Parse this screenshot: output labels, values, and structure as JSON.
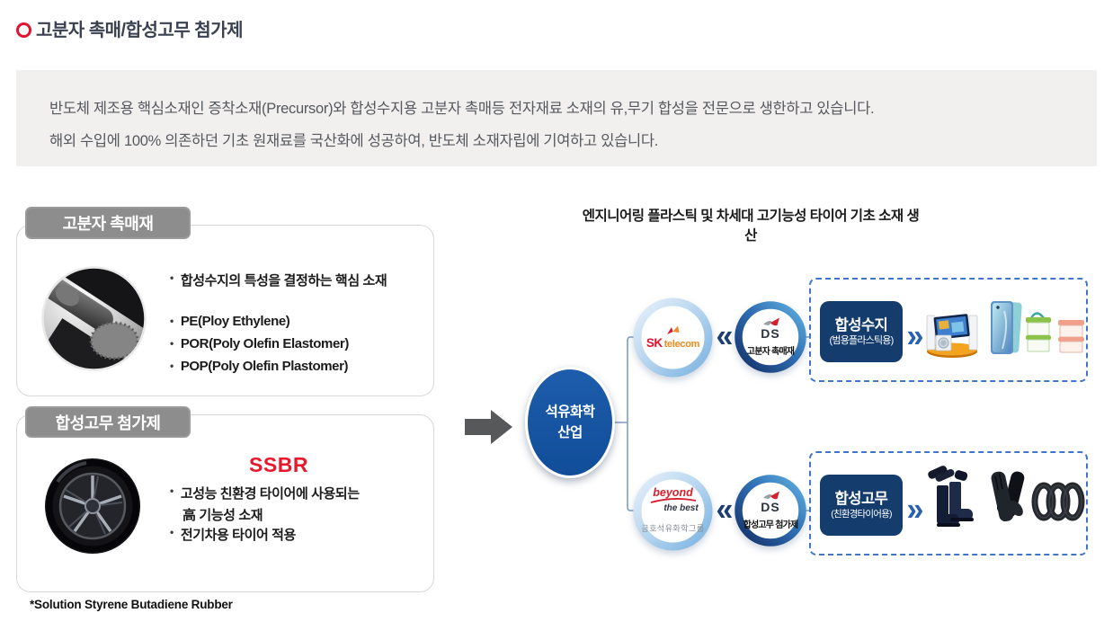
{
  "page": {
    "title": "고분자 촉매/합성고무 첨가제"
  },
  "intro": {
    "line1": "반도체 제조용 핵심소재인 증착소재(Precursor)와 합성수지용 고분자 촉매등 전자재료 소재의 유,무기 합성을 전문으로 생한하고 있습니다.",
    "line2": "해외 수입에 100% 의존하던 기초 원재료를 국산화에 성공하여, 반도체 소재자립에 기여하고 있습니다."
  },
  "catalyst_panel": {
    "header": "고분자 촉매재",
    "image": "polymer-fiber-macro-photo",
    "bullets": [
      "합성수지의 특성을 결정하는 핵심 소재",
      "PE(Ploy Ethylene)",
      "POR(Poly Olefin Elastomer)",
      "POP(Poly Olefin Plastomer)"
    ]
  },
  "rubber_panel": {
    "header": "합성고무 첨가제",
    "image": "tire-photo",
    "highlight": "SSBR",
    "bullet1_line1": "고성능 친환경 타이어에 사용되는",
    "bullet1_line2": "高 기능성 소재",
    "bullet2": "전기차용 타이어 적용",
    "footnote": "*Solution Styrene Butadiene Rubber"
  },
  "diagram": {
    "title": "엔지니어링 플라스틱 및 차세대 고기능성 타이어 기초 소재 생산",
    "source": {
      "line1": "석유화학",
      "line2": "산업"
    },
    "chevron_left": "«",
    "chevron_right": "»",
    "top_branch": {
      "partner": {
        "sk": "SK",
        "telecom": "telecom"
      },
      "company": {
        "name": "DS",
        "label": "고분자 촉매재"
      },
      "product": {
        "title": "합성수지",
        "subtitle": "(범용플라스틱용)"
      },
      "example_icons": [
        "home-appliances-icon",
        "smartphones-icon",
        "food-containers-icon"
      ]
    },
    "bottom_branch": {
      "partner": {
        "beyond": "beyond",
        "the_best": "the best",
        "group": "금호석유화학그룹"
      },
      "company": {
        "name": "DS",
        "label": "합성고무 첨가제"
      },
      "product": {
        "title": "합성고무",
        "subtitle": "(친환경타이어용)"
      },
      "example_icons": [
        "rubber-boots-icon",
        "rubber-gloves-icon",
        "tires-icon"
      ]
    }
  },
  "colors": {
    "accent_red": "#e8192c",
    "title_bullet_red": "#e0142e",
    "intro_bg": "#f2f0ee",
    "label_gray": "#8d8d8d",
    "navy_box": "#143c6d",
    "source_blue": "#17549f",
    "dashed_border_blue": "#4076c8",
    "connector_blue": "#7f9cc4",
    "arrow_gray": "#57585a",
    "sk_red": "#e0142e",
    "sk_orange": "#f28a1f"
  }
}
